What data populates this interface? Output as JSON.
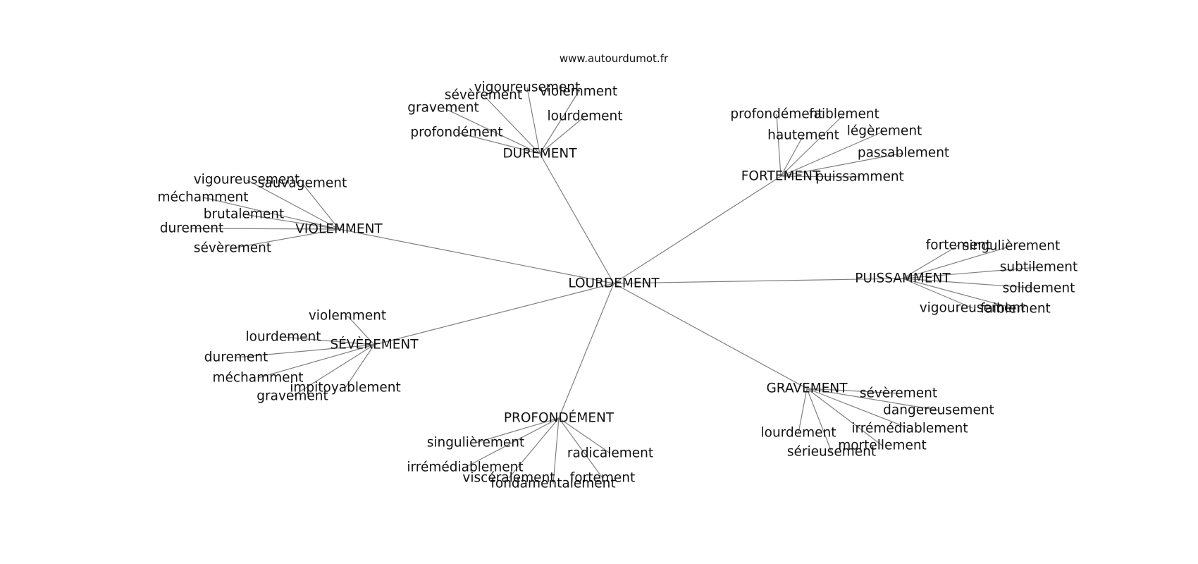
{
  "watermark": "www.autourdumot.fr",
  "center": "LOURDEMENT",
  "clusters": [
    {
      "label": "DUREMENT",
      "neighbors": [
        "vigoureusement",
        "sévèrement",
        "violemment",
        "gravement",
        "lourdement",
        "profondément"
      ]
    },
    {
      "label": "FORTEMENT",
      "neighbors": [
        "profondément",
        "faiblement",
        "hautement",
        "légèrement",
        "passablement",
        "puissamment"
      ]
    },
    {
      "label": "VIOLEMMENT",
      "neighbors": [
        "vigoureusement",
        "sauvagement",
        "méchamment",
        "brutalement",
        "durement",
        "sévèrement"
      ]
    },
    {
      "label": "PUISSAMMENT",
      "neighbors": [
        "fortement",
        "singulièrement",
        "subtilement",
        "solidement",
        "vigoureusement",
        "faiblement"
      ]
    },
    {
      "label": "SÉVÈREMENT",
      "neighbors": [
        "violemment",
        "lourdement",
        "durement",
        "méchamment",
        "impitoyablement",
        "gravement"
      ]
    },
    {
      "label": "GRAVEMENT",
      "neighbors": [
        "sévèrement",
        "dangereusement",
        "irrémédiablement",
        "lourdement",
        "mortellement",
        "sérieusement"
      ]
    },
    {
      "label": "PROFONDÉMENT",
      "neighbors": [
        "singulièrement",
        "radicalement",
        "irrémédiablement",
        "viscéralement",
        "fortement",
        "fondamentalement"
      ]
    }
  ]
}
